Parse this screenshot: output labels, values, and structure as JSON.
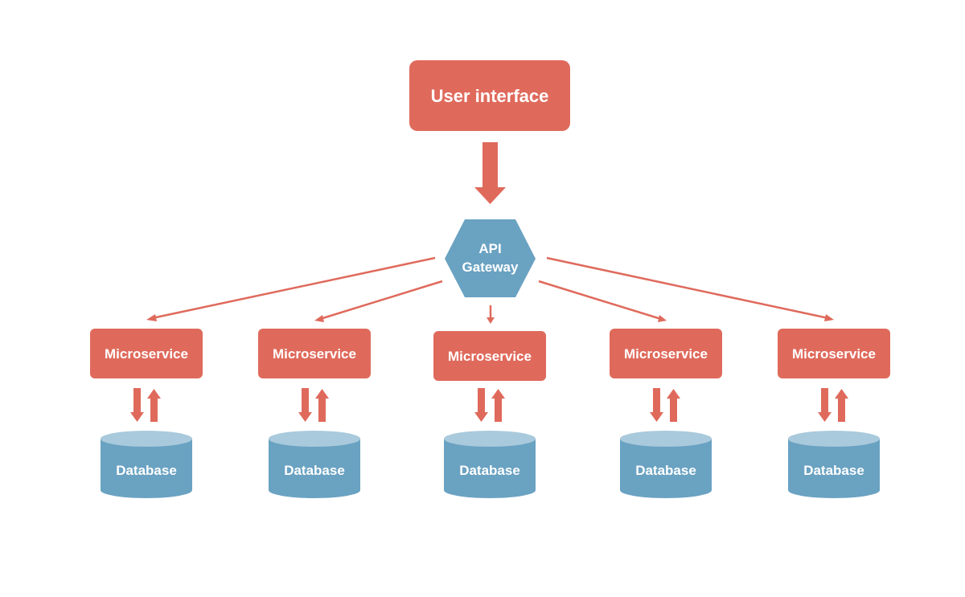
{
  "diagram": {
    "ui_label": "User interface",
    "gateway_label_line1": "API",
    "gateway_label_line2": "Gateway",
    "services": [
      {
        "label": "Microservice",
        "db_label": "Database"
      },
      {
        "label": "Microservice",
        "db_label": "Database"
      },
      {
        "label": "Microservice",
        "db_label": "Database"
      },
      {
        "label": "Microservice",
        "db_label": "Database"
      },
      {
        "label": "Microservice",
        "db_label": "Database"
      }
    ]
  },
  "colors": {
    "red": "#DF6A5C",
    "blue": "#6AA2C2",
    "blue_top": "#A9CADC",
    "label": "#FFFFFF"
  }
}
